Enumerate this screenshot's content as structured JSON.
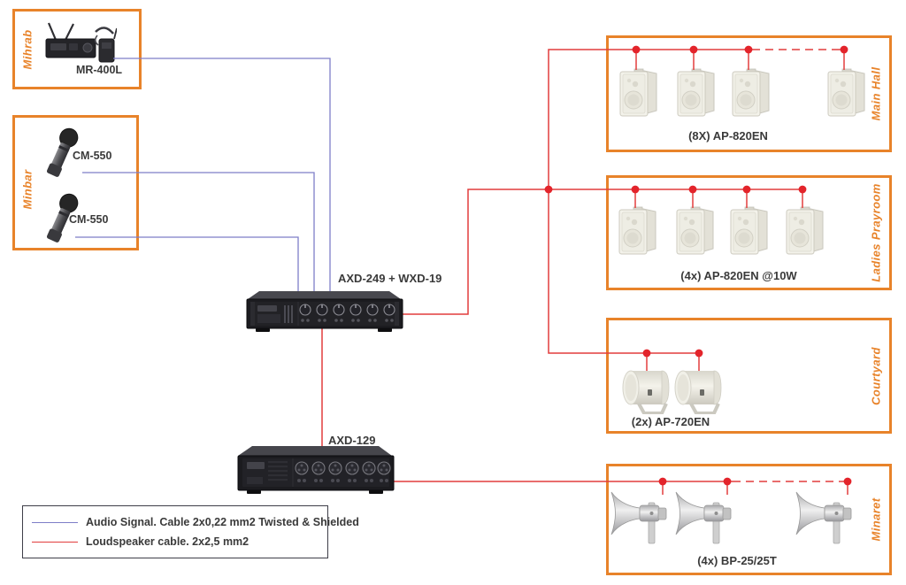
{
  "sources": {
    "mihrab": {
      "zone": "Mihrab",
      "device": "MR-400L"
    },
    "minbar": {
      "zone": "Minbar",
      "mic1": "CM-550",
      "mic2": "CM-550"
    }
  },
  "amplifiers": {
    "mixer": {
      "label": "AXD-249 + WXD-19"
    },
    "booster": {
      "label": "AXD-129"
    }
  },
  "zones": {
    "main_hall": {
      "name": "Main Hall",
      "speakers_label": "(8X) AP-820EN"
    },
    "ladies_prayroom": {
      "name": "Ladies Prayroom",
      "speakers_label": "(4x) AP-820EN @10W"
    },
    "courtyard": {
      "name": "Courtyard",
      "speakers_label": "(2x) AP-720EN"
    },
    "minaret": {
      "name": "Minaret",
      "speakers_label": "(4x) BP-25/25T"
    }
  },
  "legend": {
    "audio": {
      "label": "Audio Signal. Cable 2x0,22 mm2 Twisted & Shielded",
      "color": "#7e7ec8"
    },
    "speaker": {
      "label": "Loudspeaker cable. 2x2,5 mm2",
      "color": "#e23d3d"
    }
  },
  "colors": {
    "zone_border": "#e8832a",
    "zone_text": "#e8832a",
    "audio_cable": "#7e7ec8",
    "speaker_cable": "#e23d3d",
    "junction_dot": "#e3242b",
    "device_label": "#3a3a3a"
  }
}
